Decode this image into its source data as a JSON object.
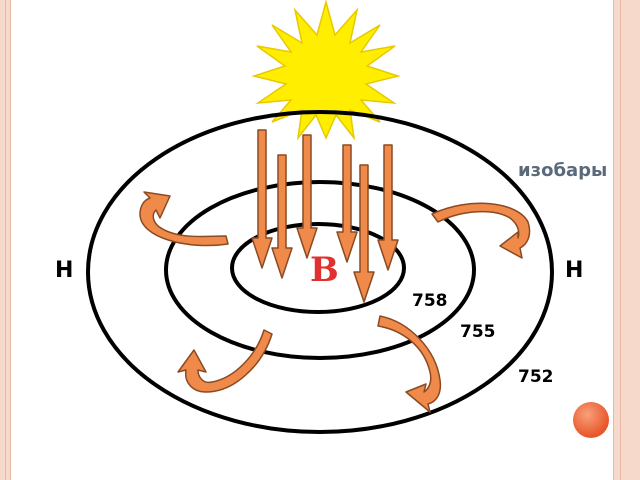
{
  "labels": {
    "isobars": "изобары",
    "high": "В",
    "low_left": "Н",
    "low_right": "Н",
    "isobar_inner": "758",
    "isobar_middle": "755",
    "isobar_outer": "752"
  },
  "colors": {
    "sun": "#ffee00",
    "arrow_fill": "#f08a4b",
    "arrow_stroke": "#8a4a22",
    "high_label": "#e03030",
    "isobar_label": "#5b6a7a"
  }
}
